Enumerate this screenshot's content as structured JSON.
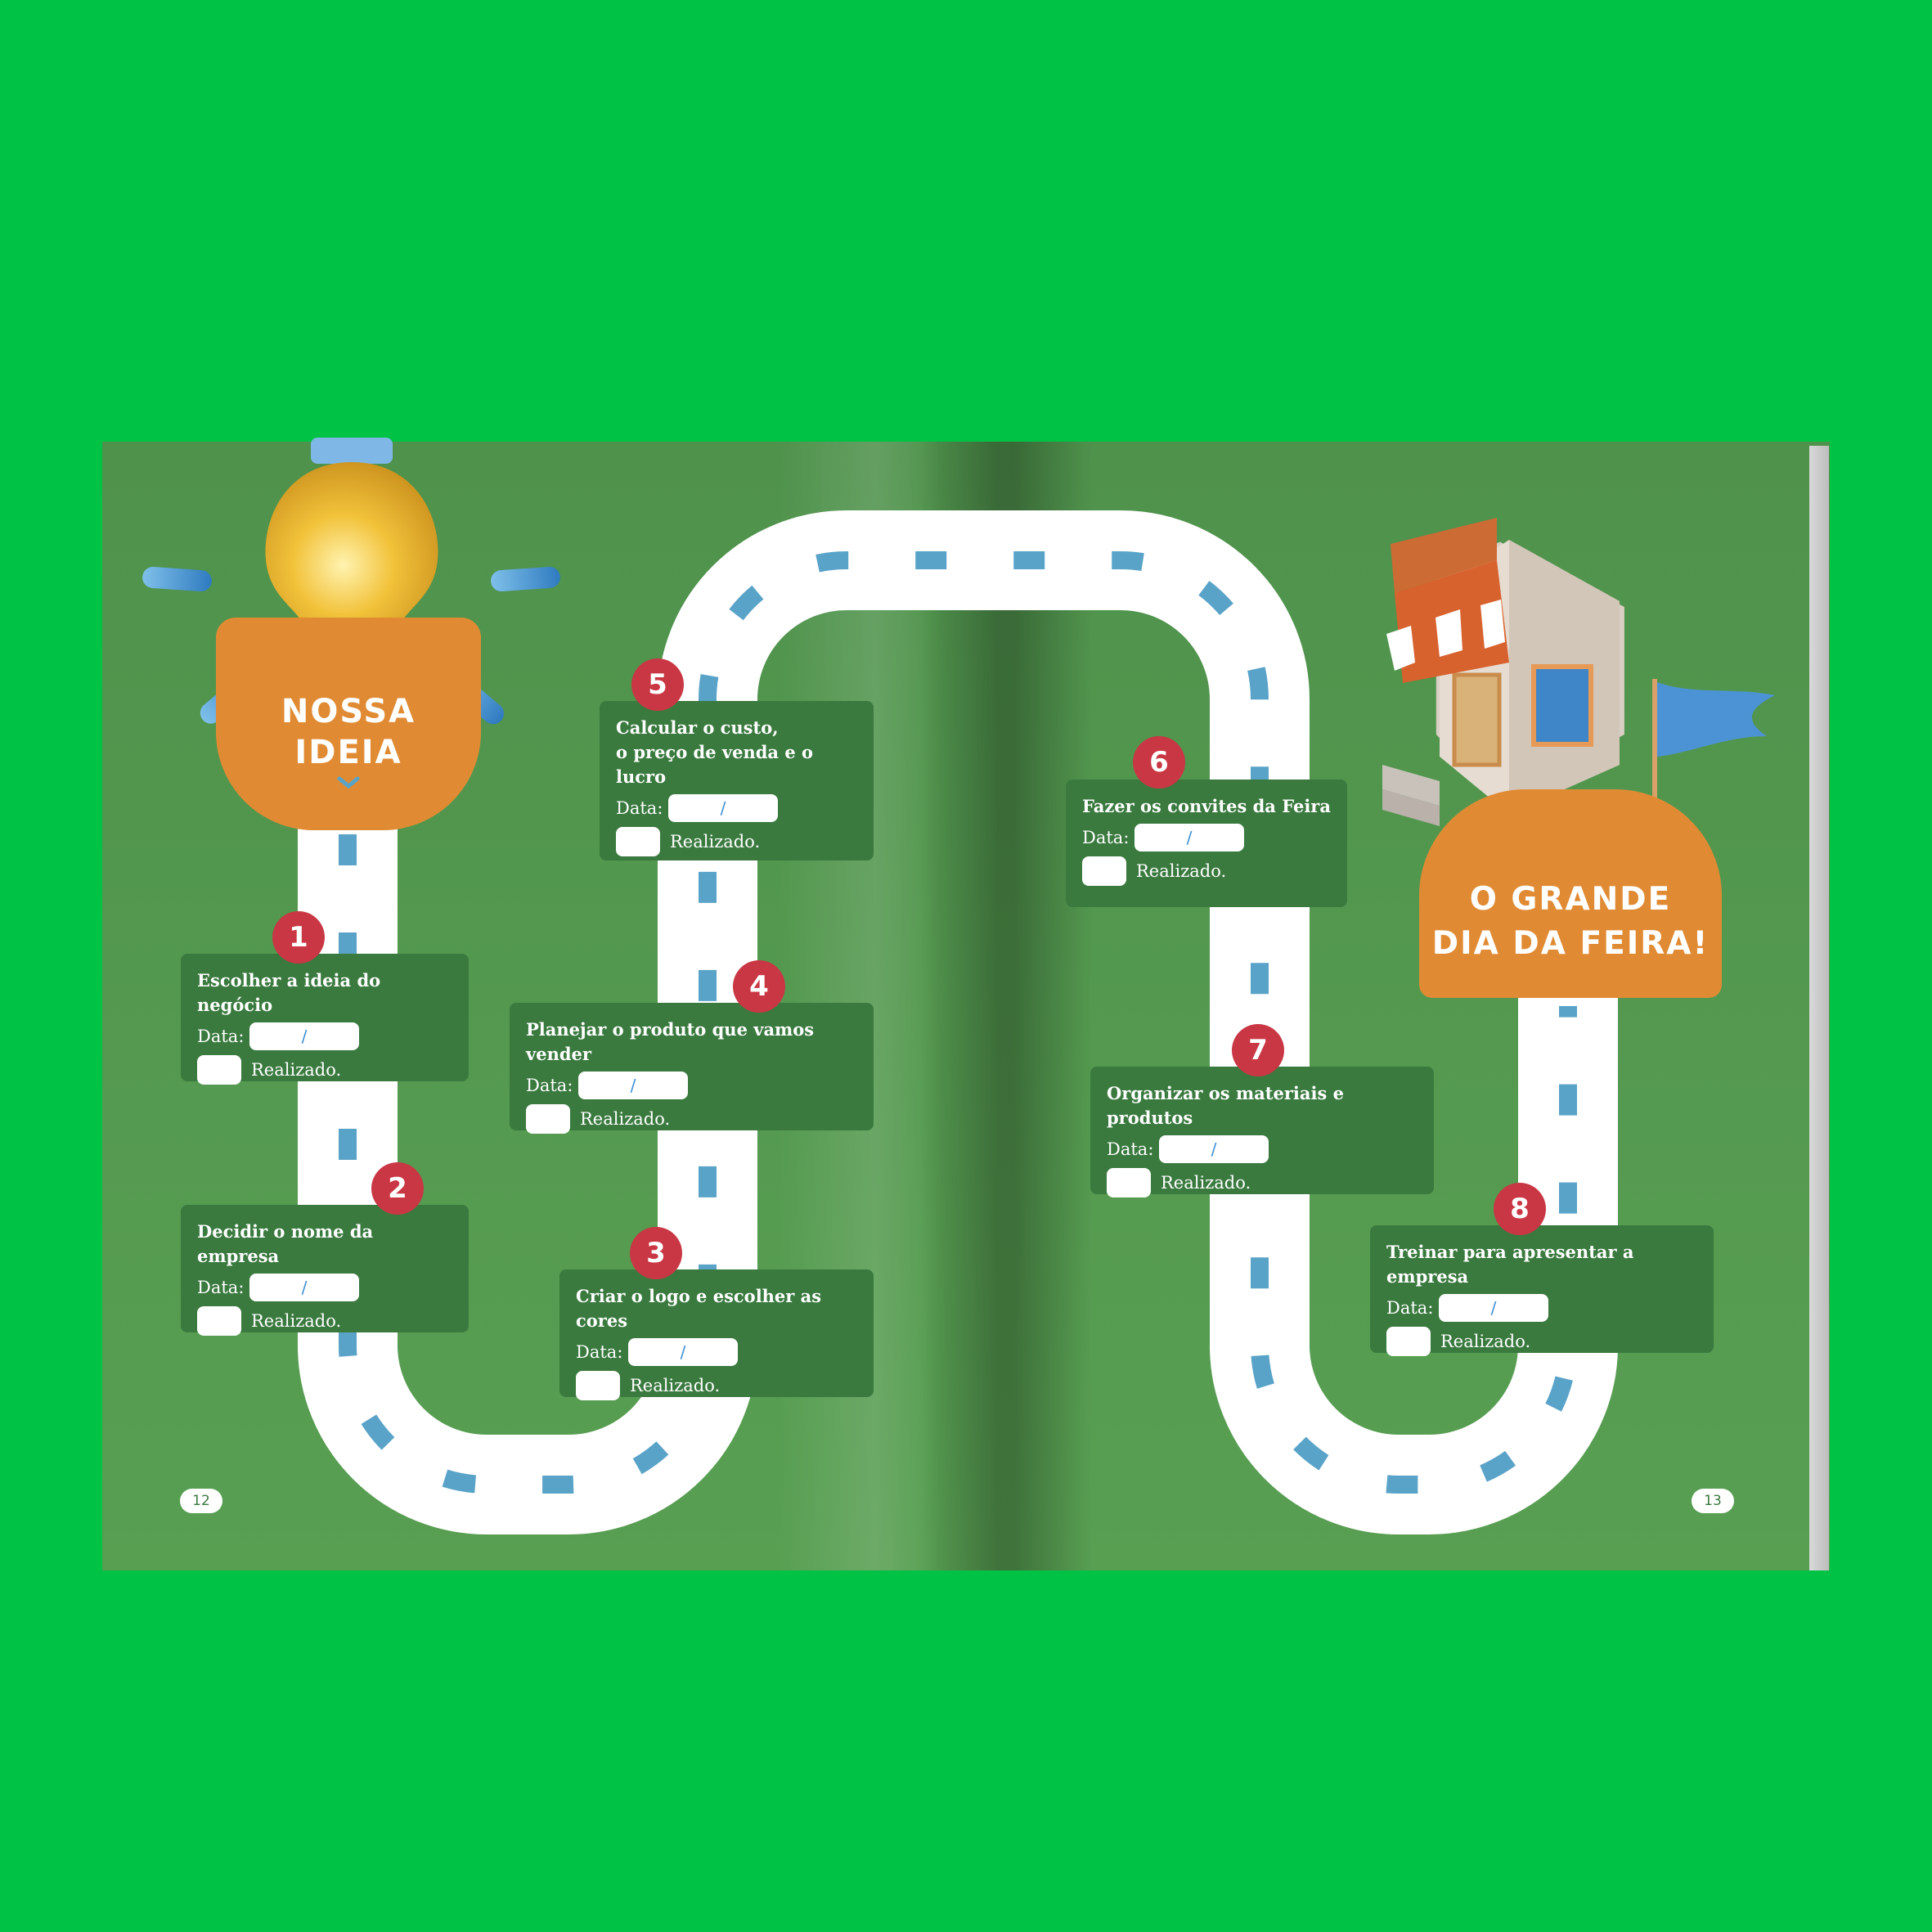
{
  "start_label": [
    "NOSSA",
    "IDEIA"
  ],
  "end_label": [
    "O GRANDE",
    "DIA DA FEIRA!"
  ],
  "page_numbers": {
    "left": "12",
    "right": "13"
  },
  "date_label": "Data:",
  "date_separator": "/",
  "done_label": "Realizado.",
  "steps": [
    {
      "number": "1",
      "title": [
        "Escolher a ideia do negócio"
      ]
    },
    {
      "number": "2",
      "title": [
        "Decidir o nome da empresa"
      ]
    },
    {
      "number": "3",
      "title": [
        "Criar o logo e escolher as cores"
      ]
    },
    {
      "number": "4",
      "title": [
        "Planejar o produto que vamos vender"
      ]
    },
    {
      "number": "5",
      "title": [
        "Calcular o custo,",
        "o preço de venda e o lucro"
      ]
    },
    {
      "number": "6",
      "title": [
        "Fazer os convites da Feira"
      ]
    },
    {
      "number": "7",
      "title": [
        "Organizar os materiais e produtos"
      ]
    },
    {
      "number": "8",
      "title": [
        "Treinar para apresentar a empresa"
      ]
    }
  ],
  "colors": {
    "background": "#00c244",
    "page_green": "#589f52",
    "card_green": "#3a7a3f",
    "badge_red": "#c93744",
    "tag_orange": "#e08b34",
    "road_dash": "#5aa3c8"
  },
  "icons": [
    "light-bulb-icon",
    "shop-building-icon",
    "pennant-flag-icon",
    "chevron-down-icon"
  ]
}
